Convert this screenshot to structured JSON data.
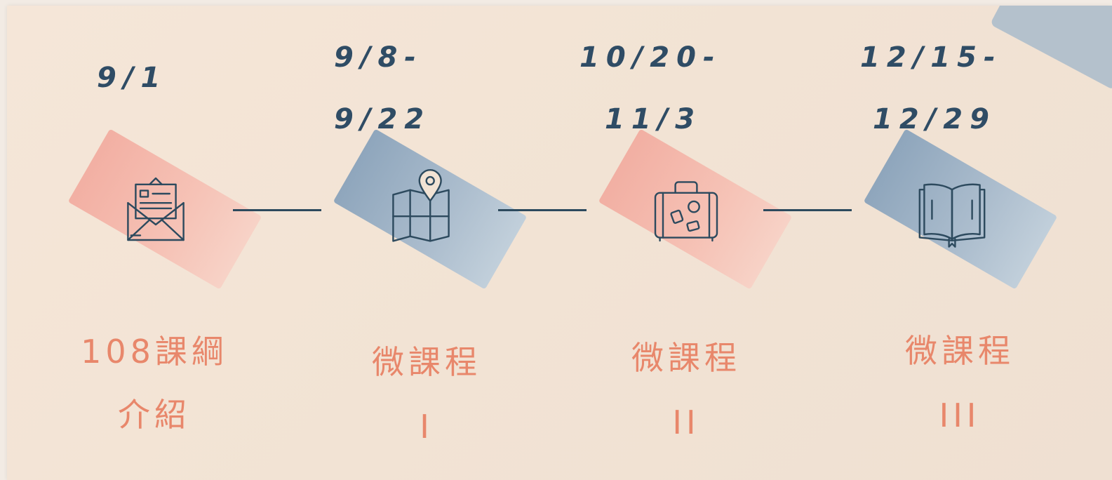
{
  "timeline": {
    "stages": [
      {
        "date_line1": "9/1",
        "date_line2": "",
        "icon": "envelope-letter-icon",
        "title_line1": "108課綱",
        "title_line2": "介紹"
      },
      {
        "date_line1": "9/8-",
        "date_line2": "9/22",
        "icon": "map-pin-icon",
        "title_line1": "微課程",
        "title_line2": "I"
      },
      {
        "date_line1": "10/20-",
        "date_line2": "11/3",
        "icon": "suitcase-icon",
        "title_line1": "微課程",
        "title_line2": "II"
      },
      {
        "date_line1": "12/15-",
        "date_line2": "12/29",
        "icon": "open-book-icon",
        "title_line1": "微課程",
        "title_line2": "III"
      }
    ]
  },
  "colors": {
    "ink": "#2d4a5e",
    "accent": "#e8876b",
    "tape_pink": "#f4b1a4",
    "tape_blue": "#8ea8c2",
    "paper": "#f3e4d5"
  }
}
